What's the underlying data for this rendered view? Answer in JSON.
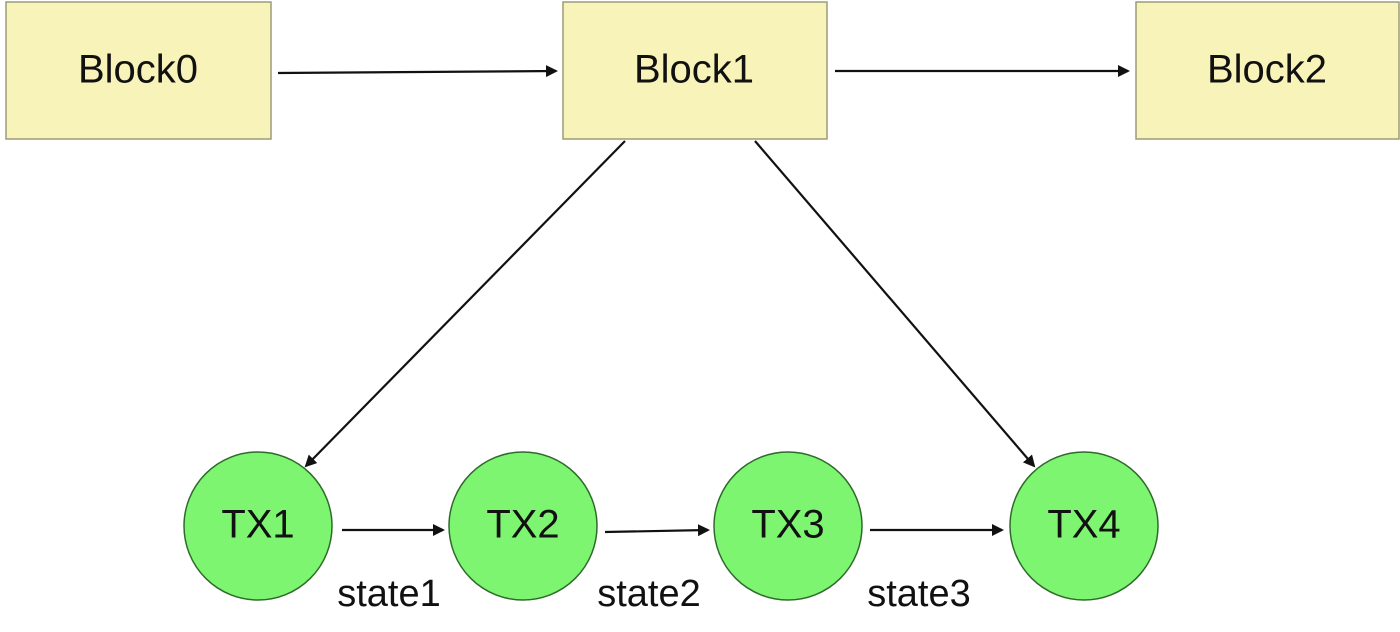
{
  "diagram": {
    "blocks": [
      "Block0",
      "Block1",
      "Block2"
    ],
    "transactions": [
      "TX1",
      "TX2",
      "TX3",
      "TX4"
    ],
    "states": [
      "state1",
      "state2",
      "state3"
    ],
    "colors": {
      "block_fill": "#f8f3b8",
      "block_stroke": "#9b9b7a",
      "tx_fill": "#7ef571",
      "tx_stroke": "#2e6b2a",
      "edge": "#111111",
      "text": "#111111"
    },
    "edges": [
      {
        "from": "Block0",
        "to": "Block1"
      },
      {
        "from": "Block1",
        "to": "Block2"
      },
      {
        "from": "Block1",
        "to": "TX1"
      },
      {
        "from": "Block1",
        "to": "TX4"
      },
      {
        "from": "TX1",
        "to": "TX2"
      },
      {
        "from": "TX2",
        "to": "TX3"
      },
      {
        "from": "TX3",
        "to": "TX4"
      }
    ]
  }
}
